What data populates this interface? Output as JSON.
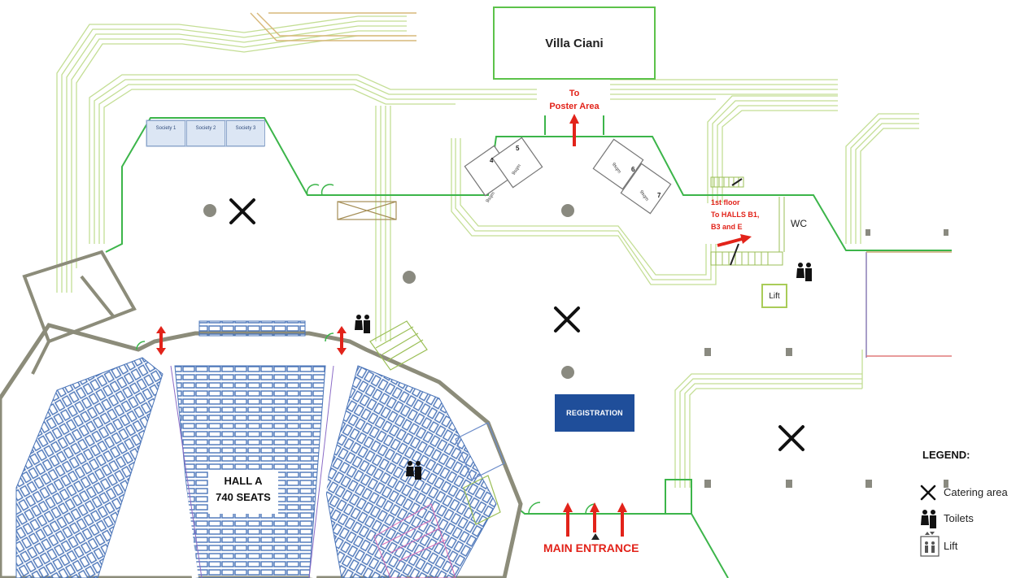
{
  "map": {
    "villa": "Villa Ciani",
    "poster_area": [
      "To",
      "Poster Area"
    ],
    "first_floor": {
      "line1": "1st floor",
      "line2": "To HALLS B1,",
      "line3": "B3 and E"
    },
    "wc": "WC",
    "lift": "Lift",
    "registration": "REGISTRATION",
    "main_entrance": "MAIN ENTRANCE",
    "hall_a": {
      "name": "HALL A",
      "seats": "740 SEATS"
    },
    "societies": [
      "Society 1",
      "Society 2",
      "Society 3"
    ],
    "rooms": [
      {
        "num": "4",
        "cap": "9sqm"
      },
      {
        "num": "5",
        "cap": "9sqm"
      },
      {
        "num": "6",
        "cap": "9sqm"
      },
      {
        "num": "7",
        "cap": "9sqm"
      }
    ]
  },
  "legend": {
    "title": "LEGEND:",
    "items": [
      {
        "icon": "catering-icon",
        "label": "Catering area"
      },
      {
        "icon": "toilets-icon",
        "label": "Toilets"
      },
      {
        "icon": "lift-icon",
        "label": "Lift"
      }
    ]
  },
  "colors": {
    "corridor": "#b9d98a",
    "wall_green": "#3cb54a",
    "arrow": "#e2231a",
    "registration": "#1f4e9a",
    "seat": "#4a74b8",
    "hall_wall": "#8c8c7a"
  }
}
